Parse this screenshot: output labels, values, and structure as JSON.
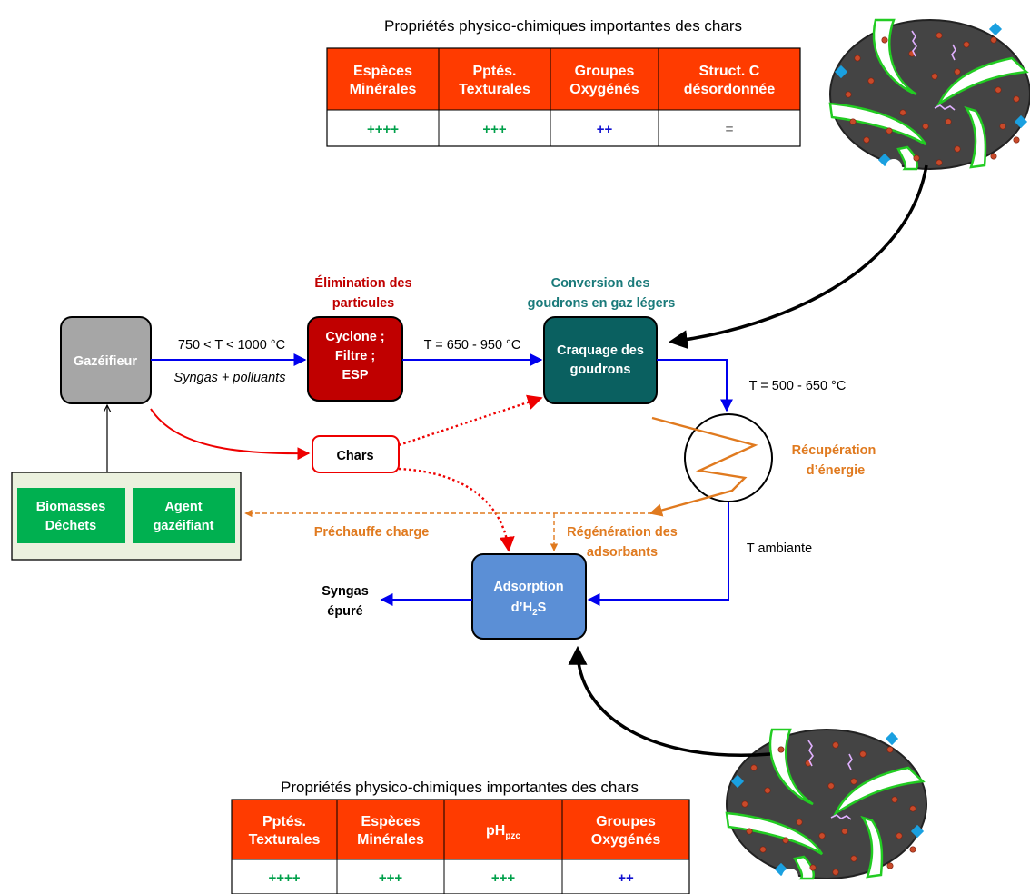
{
  "table_top": {
    "caption": "Propriétés physico-chimiques importantes des chars",
    "headers": [
      [
        "Espèces",
        "Minérales"
      ],
      [
        "Pptés.",
        "Texturales"
      ],
      [
        "Groupes",
        "Oxygénés"
      ],
      [
        "Struct. C",
        "désordonnée"
      ]
    ],
    "values": [
      "++++",
      "+++",
      "++",
      "="
    ],
    "value_colors": [
      "#00a04a",
      "#00a04a",
      "#1010d0",
      "#8a8a8a"
    ]
  },
  "table_bottom": {
    "caption": "Propriétés physico-chimiques importantes des chars",
    "headers": [
      [
        "Pptés.",
        "Texturales"
      ],
      [
        "Espèces",
        "Minérales"
      ],
      [
        "pH",
        "pzc"
      ],
      [
        "Groupes",
        "Oxygénés"
      ]
    ],
    "values": [
      "++++",
      "+++",
      "+++",
      "++"
    ],
    "value_colors": [
      "#00a04a",
      "#00a04a",
      "#00a04a",
      "#1010d0"
    ]
  },
  "boxes": {
    "gazeifieur": "Gazéifieur",
    "cyclone": [
      "Cyclone ;",
      "Filtre ;",
      "ESP"
    ],
    "craquage": [
      "Craquage des",
      "goudrons"
    ],
    "chars": "Chars",
    "biomasses": [
      "Biomasses",
      "Déchets"
    ],
    "agent": [
      "Agent",
      "gazéifiant"
    ],
    "adsorption": [
      "Adsorption",
      "d’H",
      "2",
      "S"
    ]
  },
  "labels": {
    "elimination": [
      "Élimination des",
      "particules"
    ],
    "conversion": [
      "Conversion des",
      "goudrons  en gaz légers"
    ],
    "temp1": "750 < T < 1000 °C",
    "syngas_polluants": "Syngas + polluants",
    "temp2": "T = 650 - 950 °C",
    "temp3": "T = 500 - 650 °C",
    "recuperation": [
      "Récupération",
      "d’énergie"
    ],
    "prechauffe": "Préchauffe charge",
    "regeneration": [
      "Régénération des",
      "adsorbants"
    ],
    "t_ambiante": "T ambiante",
    "syngas_epure": [
      "Syngas",
      "épuré"
    ]
  },
  "colors": {
    "header_bg": "#ff3b00",
    "gazeifieur": "#a6a6a6",
    "cyclone": "#c00000",
    "craquage": "#0a6060",
    "adsorption": "#5b8fd6",
    "green_box": "#00b050",
    "feed_panel": "#ebf1de",
    "flow_blue": "#0000ee",
    "flow_red": "#ee0000",
    "flow_orange": "#e07a1f",
    "title_red": "#c00000",
    "title_teal": "#1a7a7a",
    "char_particle": "#444444",
    "pore_edge": "#22cc22",
    "dot": "#c84a2a",
    "mineral": "#1aa0e0",
    "functional_group": "#e0b0ff"
  }
}
